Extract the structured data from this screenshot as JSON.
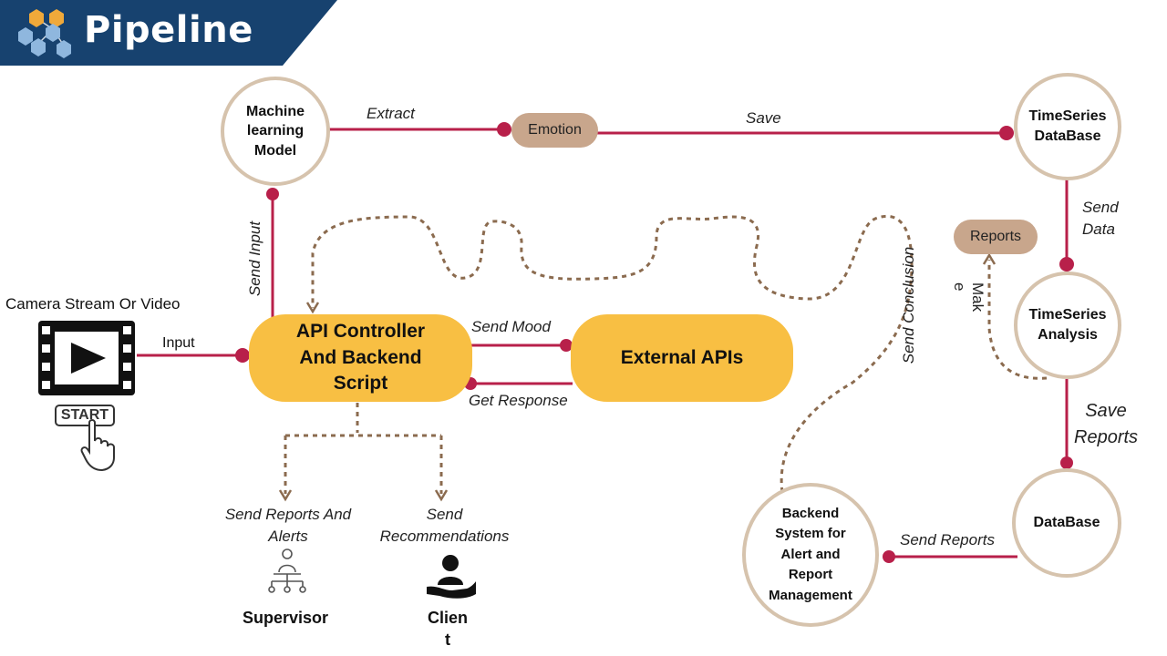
{
  "header": {
    "title": "Pipeline"
  },
  "nodes": {
    "ml_model": [
      "Machine",
      "learning",
      "Model"
    ],
    "tsdb": [
      "TimeSeries",
      "DataBase"
    ],
    "ts_analysis": [
      "TimeSeries",
      "Analysis"
    ],
    "database": "DataBase",
    "backend_system": [
      "Backend",
      "System for",
      "Alert and",
      "Report",
      "Management"
    ],
    "api_controller": [
      "API Controller",
      "And Backend",
      "Script"
    ],
    "external_apis": "External APIs",
    "emotion": "Emotion",
    "reports": "Reports"
  },
  "edges": {
    "extract": "Extract",
    "save": "Save",
    "send_data": [
      "Send",
      "Data"
    ],
    "send_input": "Send Input",
    "input": "Input",
    "send_mood": "Send Mood",
    "get_response": "Get Response",
    "send_conclusion": "Send Conclusion",
    "make": [
      "Mak",
      "e"
    ],
    "save_reports": [
      "Save",
      "Reports"
    ],
    "send_reports": "Send Reports",
    "send_reports_alerts": [
      "Send Reports And",
      "Alerts"
    ],
    "send_recommendations": [
      "Send",
      "Recommendations"
    ]
  },
  "source": {
    "label": "Camera Stream Or Video",
    "start_label": "START"
  },
  "actors": {
    "supervisor": "Supervisor",
    "client": [
      "Clien",
      "t"
    ]
  },
  "colors": {
    "banner": "#17426f",
    "line": "#b8204a",
    "dotted": "#8b6b4f",
    "pill": "#f8bf43",
    "ring": "#d6c3ad",
    "tag": "#c8a68c"
  }
}
